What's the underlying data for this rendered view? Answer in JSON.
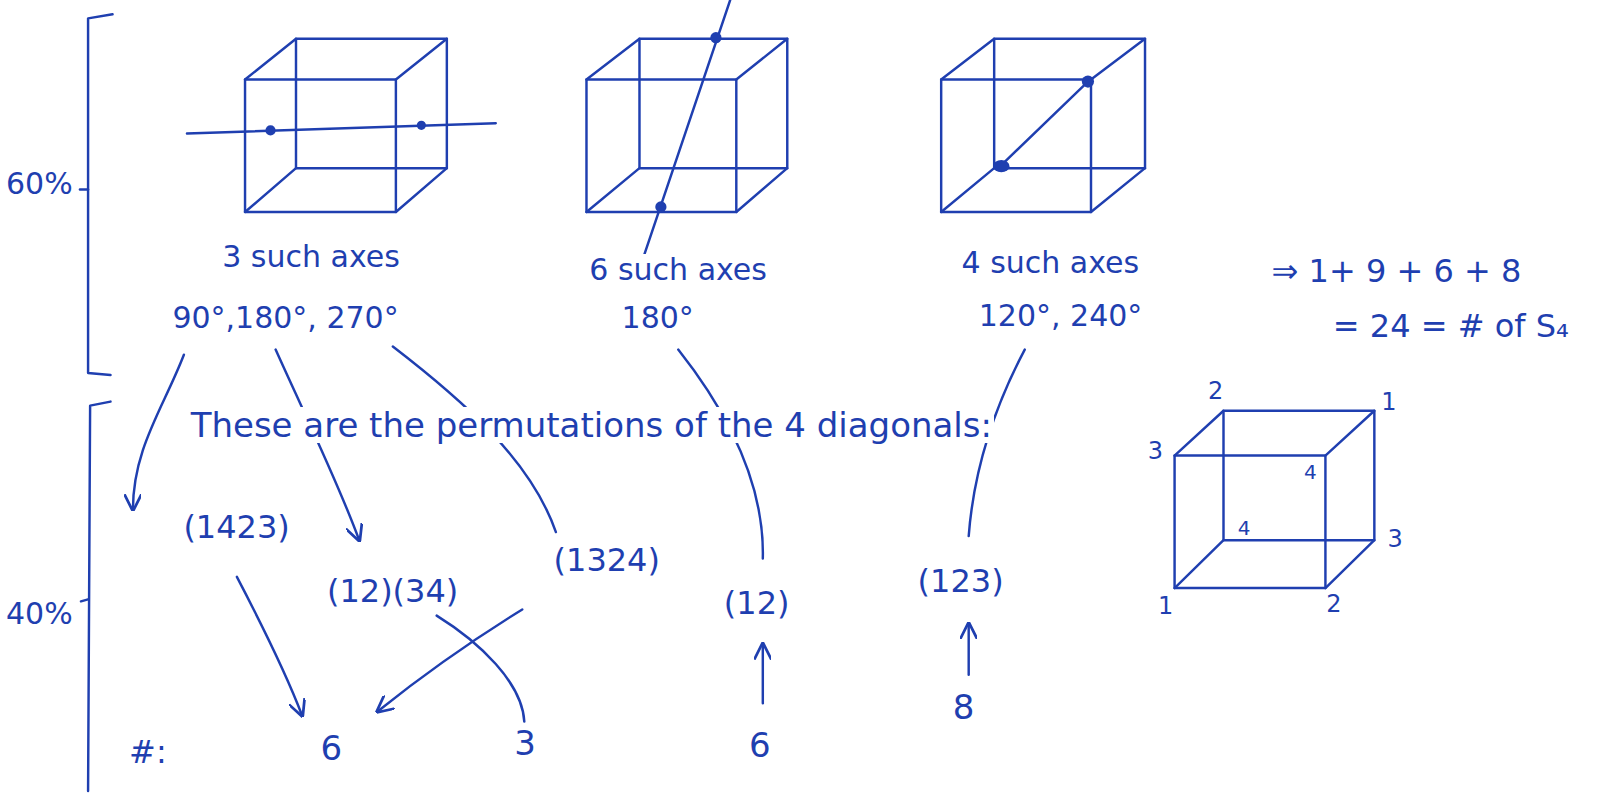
{
  "diagram": {
    "labels": [
      "60%",
      "3 such axes",
      "90°,180°, 270°",
      "6 such axes",
      "180°",
      "4 such axes",
      "120°, 240°",
      "⇒ 1+ 9 + 6 + 8",
      "= 24 = # of S₄",
      "These are the permutations of the 4 diagonals:",
      "2",
      "1",
      "3",
      "4",
      "4",
      "3",
      "1",
      "2",
      "40%",
      "(1423)",
      "(12)(34)",
      "(1324)",
      "(12)",
      "(123)",
      "#:",
      "6",
      "3",
      "6",
      "8"
    ]
  }
}
